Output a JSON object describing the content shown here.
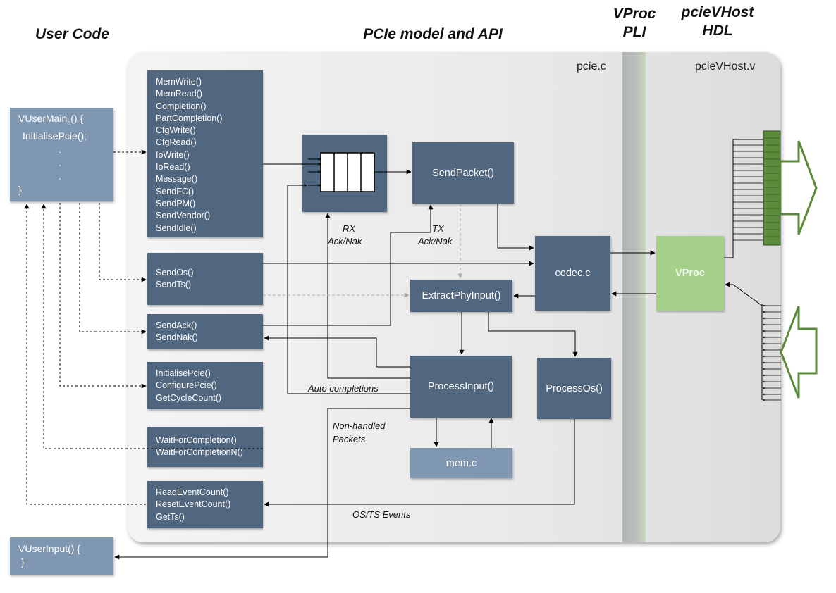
{
  "headers": {
    "user_code": "User Code",
    "pcie_model": "PCIe model and API",
    "vproc_line1": "VProc",
    "vproc_line2": "PLI",
    "pcievhost_line1": "pcieVHost",
    "pcievhost_line2": "HDL"
  },
  "files": {
    "pcie_c": "pcie.c",
    "pcievhost_v": "pcieVHost.v"
  },
  "user_main": {
    "line1_prefix": "VUserMain",
    "line1_sub": "n",
    "line1_suffix": "() {",
    "line2": "InitialisePcie();",
    "dot": ".",
    "close": "}"
  },
  "user_input": {
    "line1": "VUserInput() {",
    "line2": "}"
  },
  "api_main": [
    "MemWrite()",
    "MemRead()",
    "Completion()",
    "PartCompletion()",
    "CfgWrite()",
    "CfgRead()",
    "IoWrite()",
    "IoRead()",
    "Message()",
    "SendFC()",
    "SendPM()",
    "SendVendor()",
    "SendIdle()"
  ],
  "api_os": [
    "SendOs()",
    "SendTs()"
  ],
  "api_ack": [
    "SendAck()",
    "SendNak()"
  ],
  "api_init": [
    "InitialisePcie()",
    "ConfigurePcie()",
    "GetCycleCount()"
  ],
  "api_wait": [
    "WaitForCompletion()",
    "WaitForCompletionN()"
  ],
  "api_event": [
    "ReadEventCount()",
    "ResetEventCount()",
    "GetTs()"
  ],
  "blocks": {
    "send_packet": "SendPacket()",
    "codec": "codec.c",
    "extract": "ExtractPhyInput()",
    "process_input": "ProcessInput()",
    "process_os": "ProcessOs()",
    "mem": "mem.c",
    "vproc": "VProc"
  },
  "labels": {
    "rx": "RX",
    "rx_acknak": "Ack/Nak",
    "tx": "TX",
    "tx_acknak": "Ack/Nak",
    "auto_completions": "Auto completions",
    "non_handled_1": "Non-handled",
    "non_handled_2": "Packets",
    "os_ts_events": "OS/TS Events"
  },
  "colors": {
    "block": "#51667f",
    "block_light": "#8097b1",
    "vproc_green": "#a6d18b",
    "bus_green": "#5b8a3a",
    "pli_strip": "#b5b9b9"
  }
}
